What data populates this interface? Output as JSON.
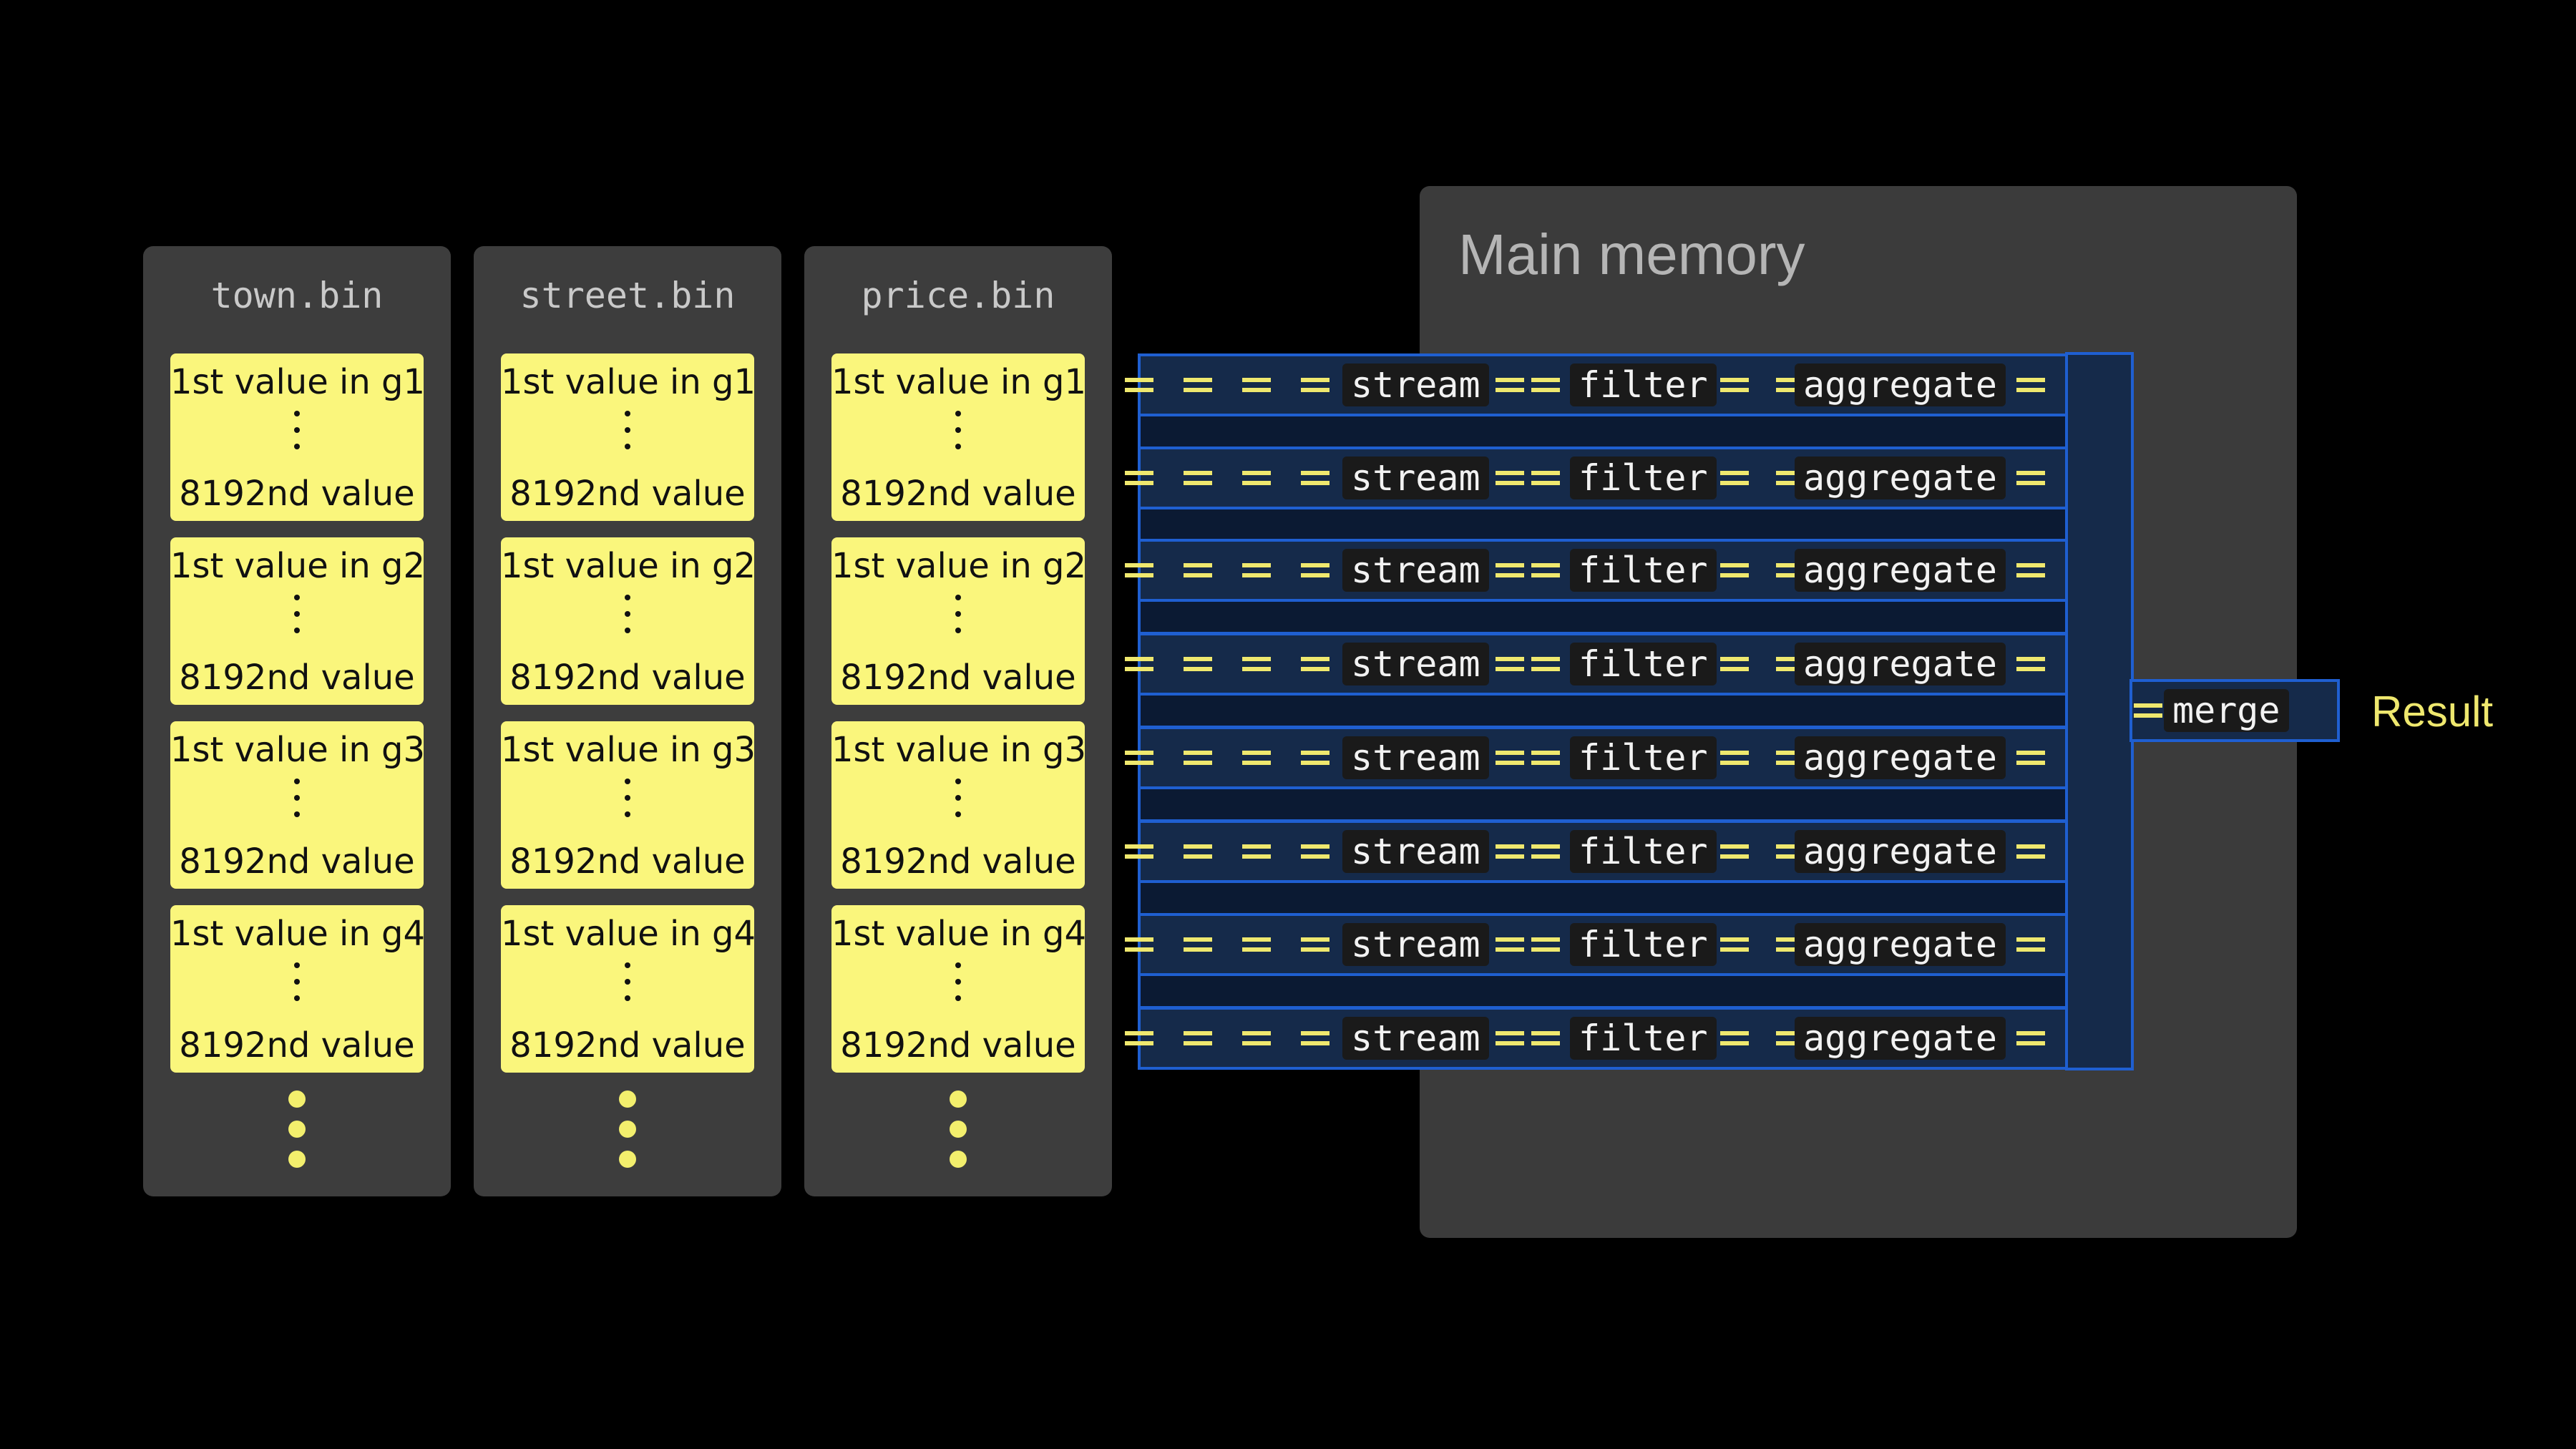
{
  "files": [
    {
      "name": "town.bin",
      "groups": [
        {
          "first": "1st value in g1",
          "last": "8192nd value"
        },
        {
          "first": "1st value in g2",
          "last": "8192nd value"
        },
        {
          "first": "1st value in g3",
          "last": "8192nd value"
        },
        {
          "first": "1st value in g4",
          "last": "8192nd value"
        }
      ]
    },
    {
      "name": "street.bin",
      "groups": [
        {
          "first": "1st value in g1",
          "last": "8192nd value"
        },
        {
          "first": "1st value in g2",
          "last": "8192nd value"
        },
        {
          "first": "1st value in g3",
          "last": "8192nd value"
        },
        {
          "first": "1st value in g4",
          "last": "8192nd value"
        }
      ]
    },
    {
      "name": "price.bin",
      "groups": [
        {
          "first": "1st value in g1",
          "last": "8192nd value"
        },
        {
          "first": "1st value in g2",
          "last": "8192nd value"
        },
        {
          "first": "1st value in g3",
          "last": "8192nd value"
        },
        {
          "first": "1st value in g4",
          "last": "8192nd value"
        }
      ]
    }
  ],
  "memory": {
    "title": "Main memory"
  },
  "stages": {
    "stream": "stream",
    "filter": "filter",
    "aggregate": "aggregate"
  },
  "merge": "merge",
  "result": "Result",
  "colors": {
    "chunk": "#faf67c",
    "pipe": "#1f5fd1",
    "pipe_fill": "#152a4a",
    "flow": "#efe86e"
  }
}
